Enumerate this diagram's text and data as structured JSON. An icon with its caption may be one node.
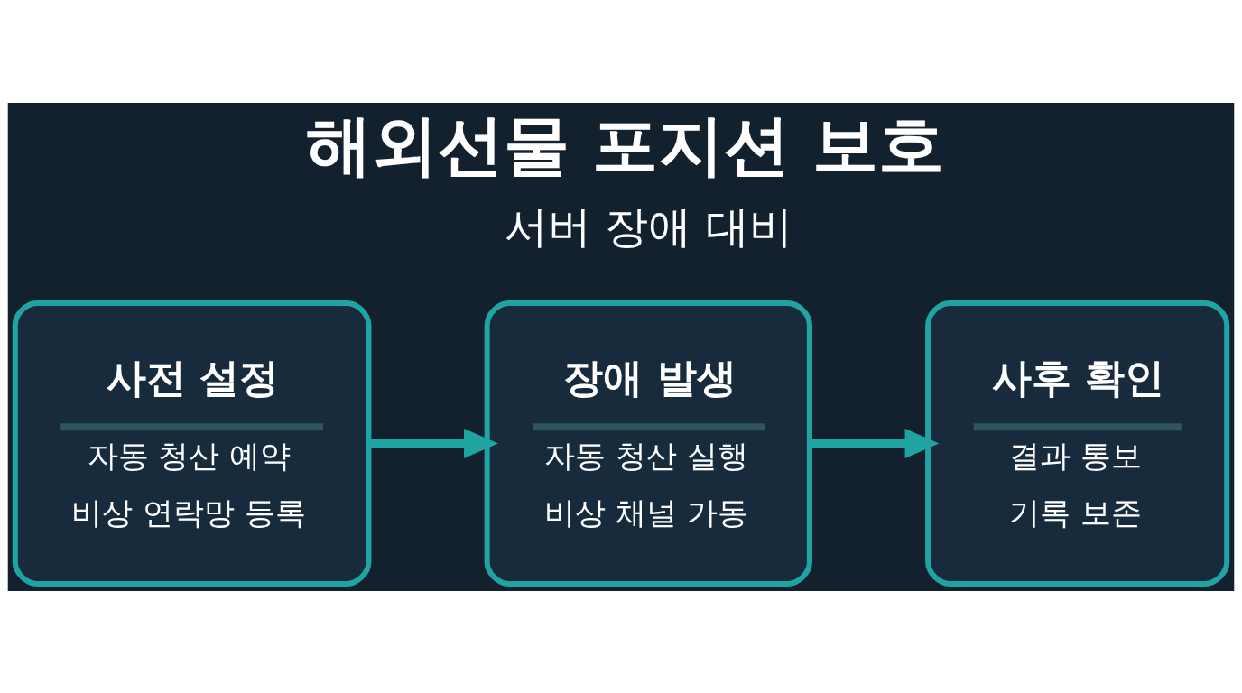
{
  "diagram": {
    "title": "해외선물 포지션 보호",
    "nodes": [
      {
        "text": [
          "사전 설정",
          "자동 청산 예약",
          "비상 연락망 등록"
        ]
      },
      {
        "text": [
          "장애 발생",
          "자동 청산 실행",
          "비상 채널 가동"
        ]
      },
      {
        "text": [
          "사후 확인",
          "결과 통보",
          "기록 보존"
        ]
      }
    ],
    "edges": [
      {
        "from": 0,
        "to": 1,
        "arrow": "to"
      },
      {
        "from": 1,
        "to": 2,
        "arrow": "to"
      }
    ],
    "labels": [
      "서버 장애 대비"
    ]
  }
}
